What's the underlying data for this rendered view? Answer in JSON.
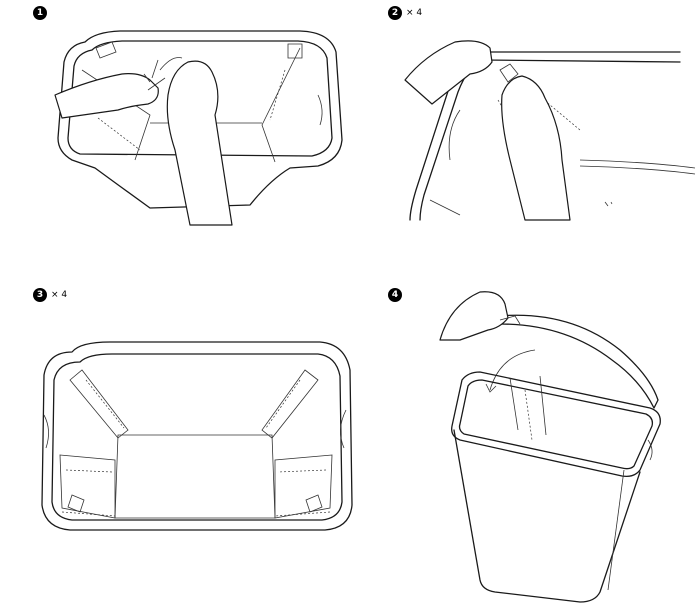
{
  "steps": [
    {
      "number": "1",
      "multiplier": ""
    },
    {
      "number": "2",
      "multiplier": "× 4"
    },
    {
      "number": "3",
      "multiplier": "× 4"
    },
    {
      "number": "4",
      "multiplier": ""
    }
  ]
}
